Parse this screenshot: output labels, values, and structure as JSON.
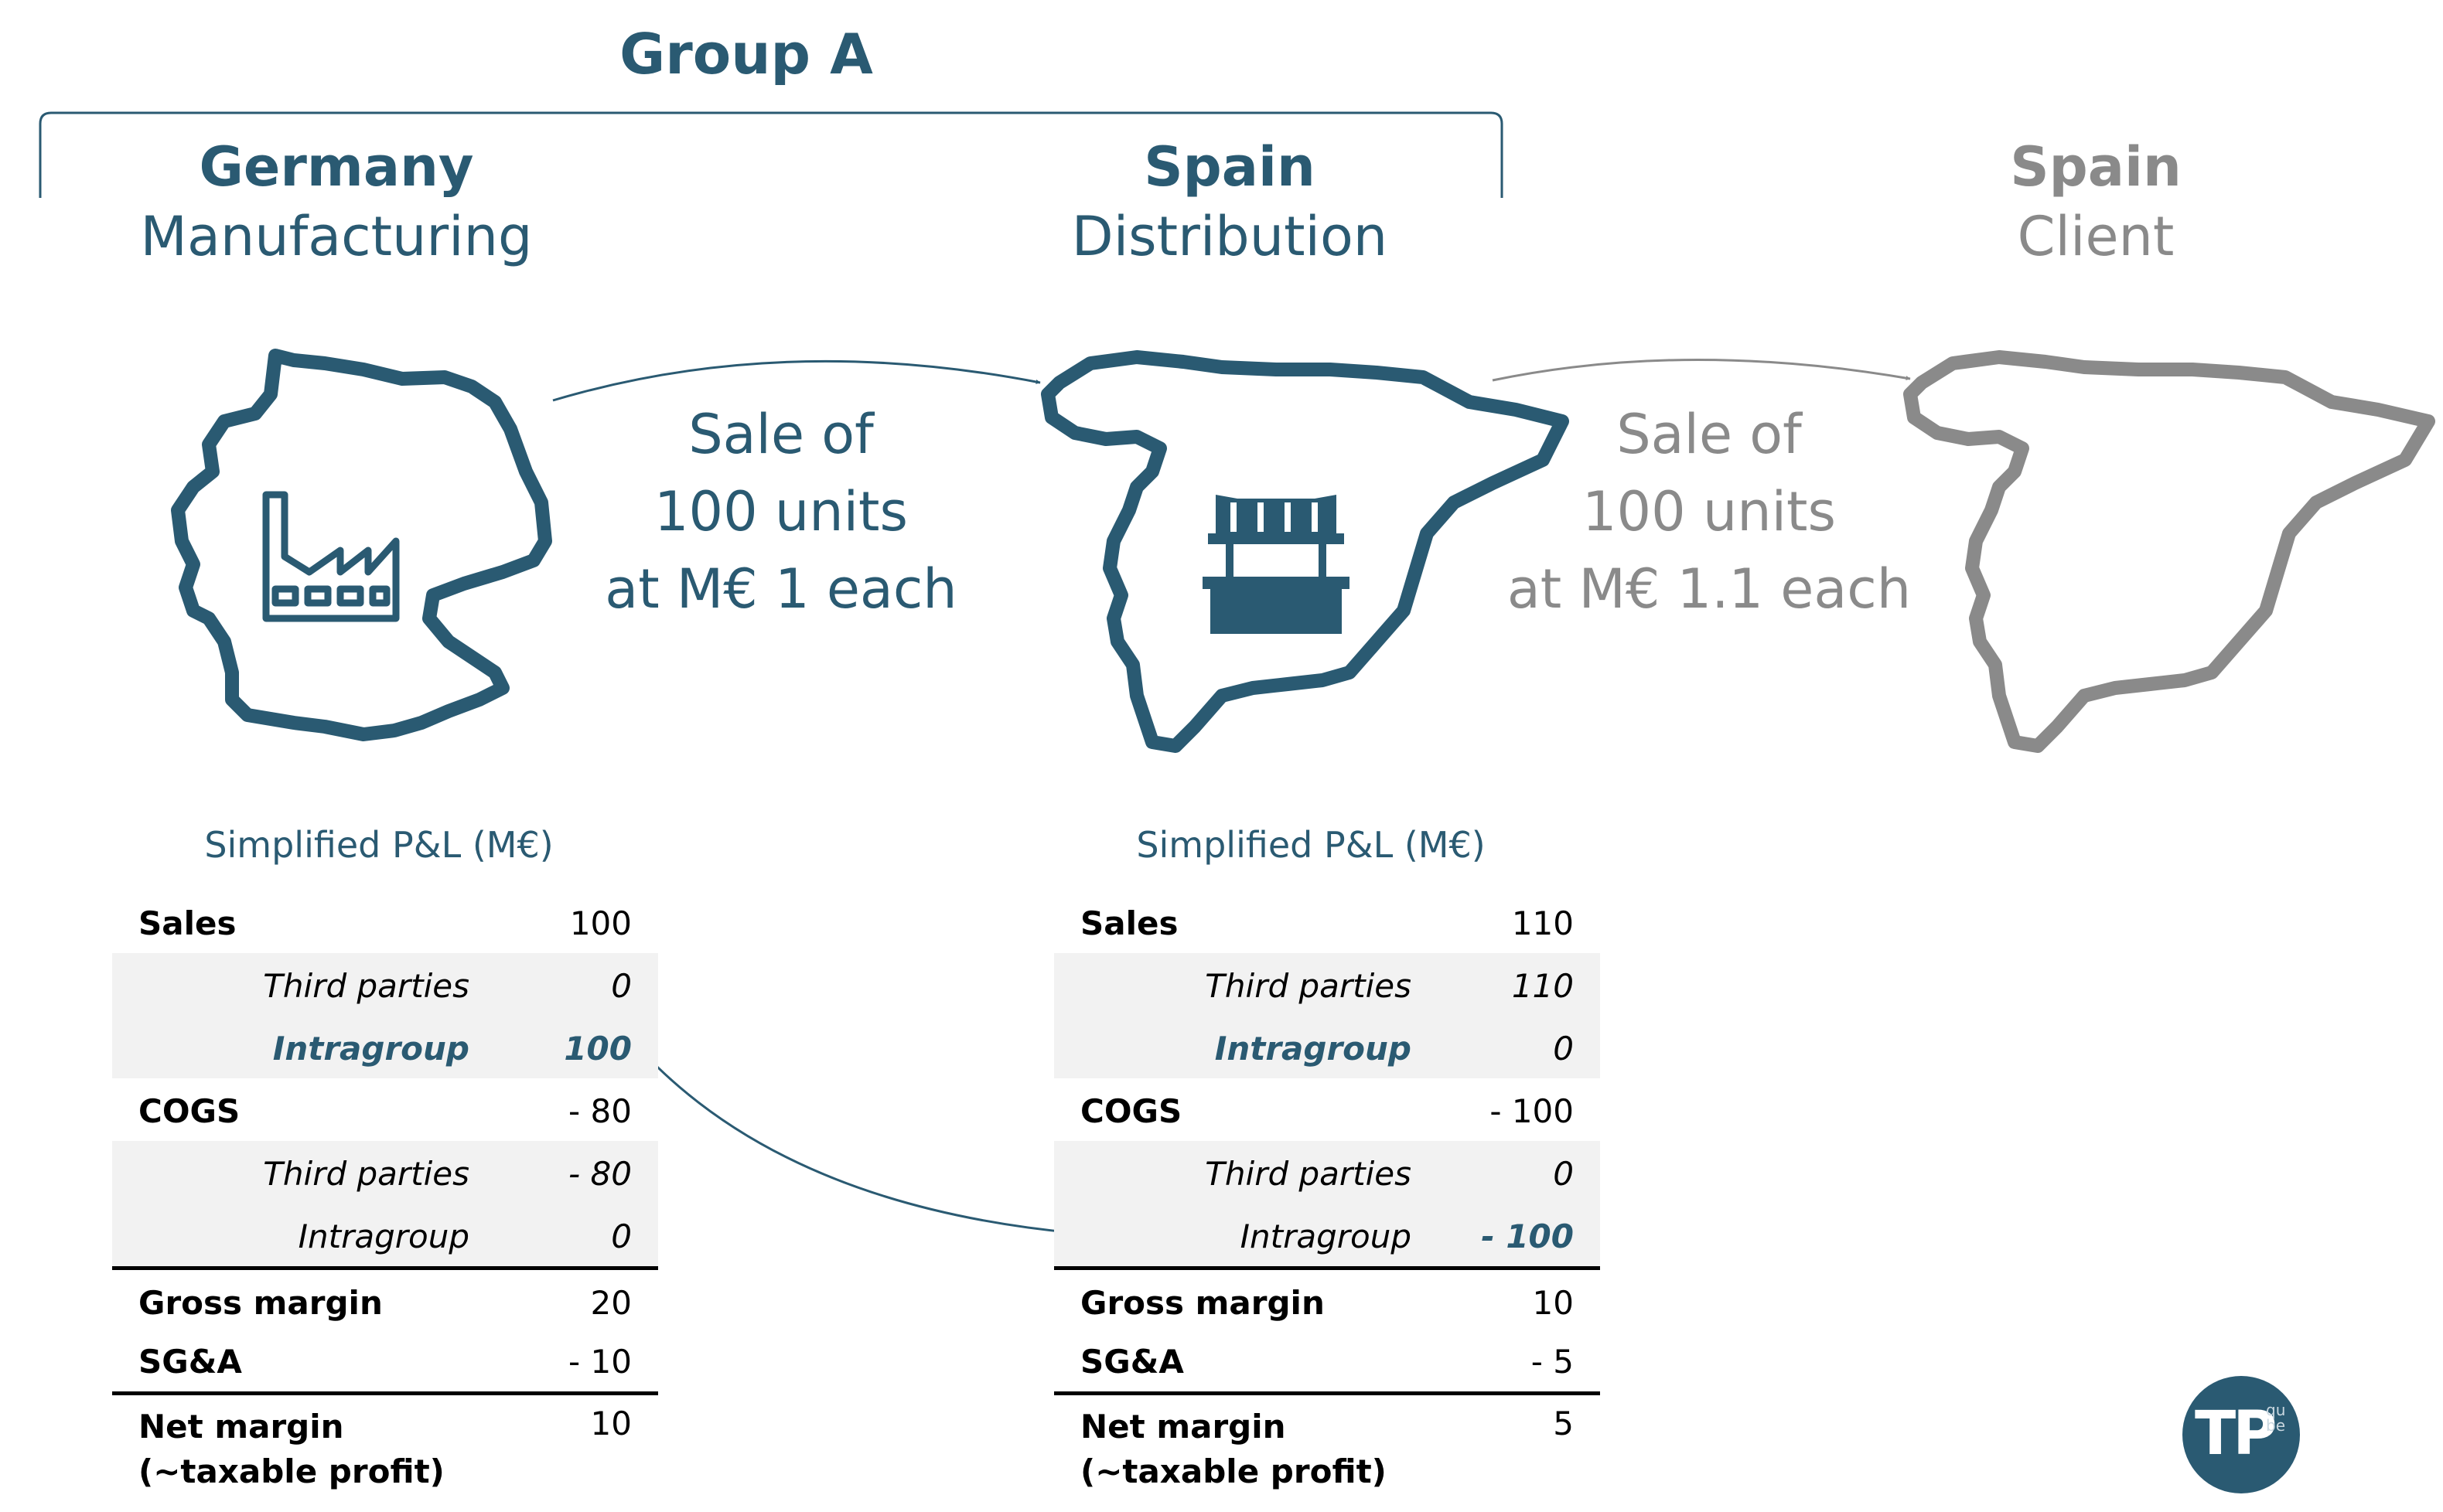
{
  "group": {
    "title": "Group A"
  },
  "locations": {
    "germany": {
      "name": "Germany",
      "role": "Manufacturing"
    },
    "spain_distribution": {
      "name": "Spain",
      "role": "Distribution"
    },
    "spain_client": {
      "name": "Spain",
      "role": "Client"
    }
  },
  "sales_flows": {
    "intragroup": [
      "Sale of",
      "100 units",
      "at M€ 1 each"
    ],
    "third_party": [
      "Sale of",
      "100 units",
      "at M€ 1.1 each"
    ]
  },
  "pl_germany": {
    "title": "Simplified P&L (M€)",
    "rows": [
      {
        "label": "Sales",
        "value": "100"
      },
      {
        "label": "Third parties",
        "value": "0"
      },
      {
        "label": "Intragroup",
        "value": "100"
      },
      {
        "label": "COGS",
        "value": "- 80"
      },
      {
        "label": "Third parties",
        "value": "- 80"
      },
      {
        "label": "Intragroup",
        "value": "0"
      },
      {
        "label": "Gross margin",
        "value": "20"
      },
      {
        "label": "SG&A",
        "value": "- 10"
      },
      {
        "label": "Net margin",
        "label2": "(~taxable profit)",
        "value": "10"
      }
    ]
  },
  "pl_spain": {
    "title": "Simplified P&L (M€)",
    "rows": [
      {
        "label": "Sales",
        "value": "110"
      },
      {
        "label": "Third parties",
        "value": "110"
      },
      {
        "label": "Intragroup",
        "value": "0"
      },
      {
        "label": "COGS",
        "value": "- 100"
      },
      {
        "label": "Third parties",
        "value": "0"
      },
      {
        "label": "Intragroup",
        "value": "- 100"
      },
      {
        "label": "Gross margin",
        "value": "10"
      },
      {
        "label": "SG&A",
        "value": "- 5"
      },
      {
        "label": "Net margin",
        "label2": "(~taxable profit)",
        "value": "5"
      }
    ]
  },
  "logo": {
    "text": "TP",
    "sub1": "qu",
    "sub2": "be"
  },
  "colors": {
    "primary": "#2a5a72",
    "grey": "#8a8a8a",
    "shade": "#f2f2f2"
  },
  "icons": [
    "germany-map-icon",
    "factory-icon",
    "spain-map-icon",
    "shop-icon",
    "spain-map-grey-icon"
  ]
}
